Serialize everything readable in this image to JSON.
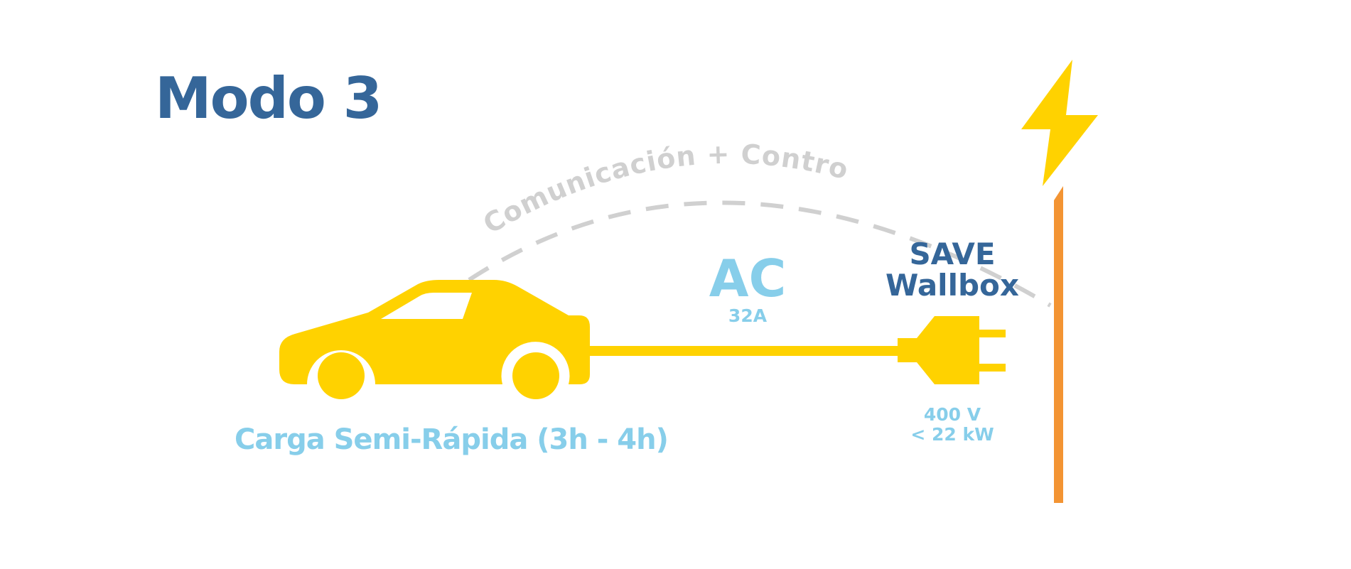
{
  "title": "Modo 3",
  "communication_label": "Comunicación + Control",
  "current_type": "AC",
  "current_amps": "32A",
  "charger_brand_line1": "SAVE",
  "charger_brand_line2": "Wallbox",
  "voltage": "400 V",
  "power": "< 22 kW",
  "charge_speed": "Carga Semi-Rápida (3h - 4h)",
  "icons": [
    "car-icon",
    "charging-cable-icon",
    "plug-icon",
    "lightning-bolt-icon",
    "power-pole-icon"
  ],
  "colors": {
    "title_blue": "#356699",
    "light_blue": "#87ceea",
    "yellow": "#ffd200",
    "orange": "#f39433",
    "dashed_grey": "#d0d0d0"
  }
}
